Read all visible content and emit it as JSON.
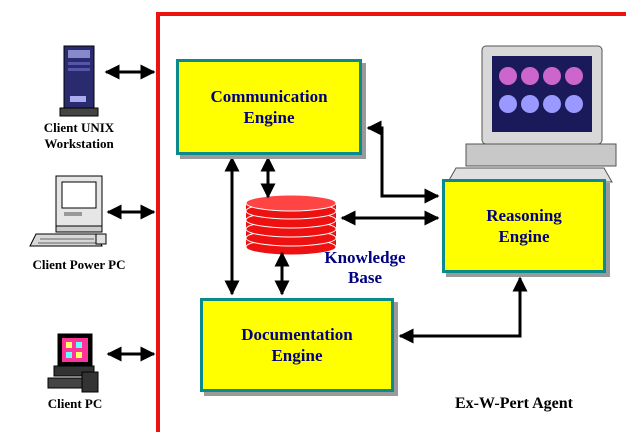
{
  "clients": {
    "unix": "Client UNIX\nWorkstation",
    "powerpc": "Client Power PC",
    "pc": "Client PC"
  },
  "engines": {
    "communication": "Communication\nEngine",
    "documentation": "Documentation\nEngine",
    "reasoning": "Reasoning\nEngine"
  },
  "knowledge_base": "Knowledge\nBase",
  "agent_title": "Ex-W-Pert Agent",
  "colors": {
    "frame": "#ee1111",
    "engine_fill": "#ffff00",
    "engine_border": "#0a8a8a",
    "engine_text": "#000080",
    "database": "#ee1111"
  },
  "icons": [
    "unix-workstation-icon",
    "macintosh-icon",
    "pc-icon",
    "workstation-monitor-icon",
    "database-icon"
  ]
}
